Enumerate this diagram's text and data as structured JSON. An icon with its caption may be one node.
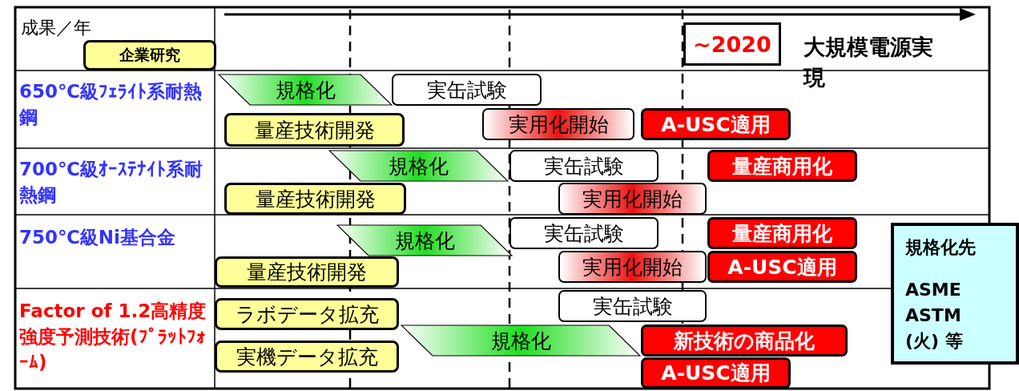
{
  "diagram": {
    "nodes": [
      {
        "text": [
          "企業研究"
        ]
      },
      {
        "text": [
          "~2020"
        ]
      },
      {
        "text": [
          "規格化"
        ]
      },
      {
        "text": [
          "実缶試験"
        ]
      },
      {
        "text": [
          "量産技術開発"
        ]
      },
      {
        "text": [
          "実用化開始"
        ]
      },
      {
        "text": [
          "A-USC適用"
        ]
      },
      {
        "text": [
          "規格化"
        ]
      },
      {
        "text": [
          "実缶試験"
        ]
      },
      {
        "text": [
          "量産商用化"
        ]
      },
      {
        "text": [
          "量産技術開発"
        ]
      },
      {
        "text": [
          "実用化開始"
        ]
      },
      {
        "text": [
          "規格化"
        ]
      },
      {
        "text": [
          "実缶試験"
        ]
      },
      {
        "text": [
          "量産商用化"
        ]
      },
      {
        "text": [
          "量産技術開発"
        ]
      },
      {
        "text": [
          "実用化開始"
        ]
      },
      {
        "text": [
          "A-USC適用"
        ]
      },
      {
        "text": [
          "ラボデータ拡充"
        ]
      },
      {
        "text": [
          "実機データ拡充"
        ]
      },
      {
        "text": [
          "実缶試験"
        ]
      },
      {
        "text": [
          "規格化"
        ]
      },
      {
        "text": [
          "新技術の商品化"
        ]
      },
      {
        "text": [
          "A-USC適用"
        ]
      },
      {
        "text": [
          "規格化先",
          "ASME ASTM (火) 等"
        ]
      }
    ],
    "labels": [
      "成果／年",
      "大規模電源実現",
      "650℃級ﾌｪﾗｲﾄ系耐熱鋼",
      "700℃級ｵｰｽﾃﾅｲﾄ系耐熱鋼",
      "750℃級Ni基合金",
      "Factor of 1.2高精度強度予測技術(ﾌﾟﾗｯﾄﾌｫｰﾑ)"
    ]
  }
}
